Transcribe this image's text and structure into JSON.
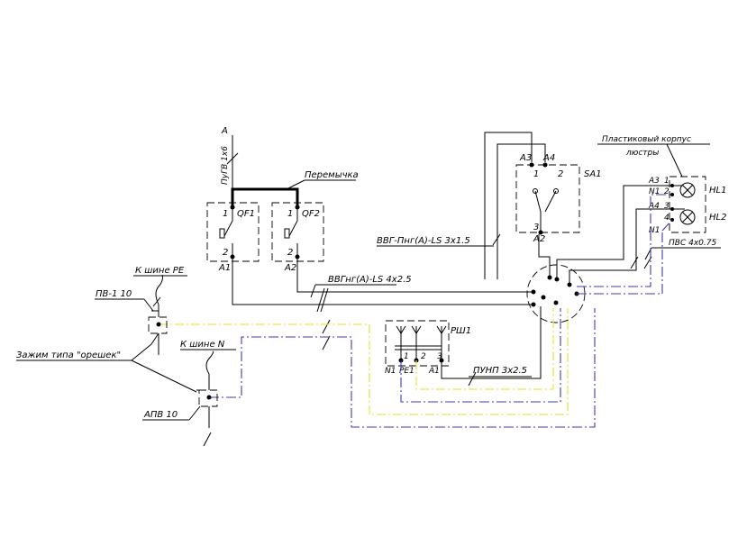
{
  "labels": {
    "phase_a": "A",
    "cable_pugv": "ПуГВ 1х6",
    "jumper": "Перемычка",
    "qf1": "QF1",
    "qf2": "QF2",
    "t1": "1",
    "t2": "2",
    "a1": "A1",
    "a2": "A2",
    "a3": "A3",
    "a4": "A4",
    "n1": "N1",
    "pe1": "PE1",
    "to_bus_pe": "К шине РЕ",
    "to_bus_n": "К шине N",
    "pv1": "ПВ-1 10",
    "apv": "АПВ 10",
    "clamp": "Зажим типа \"орешек\"",
    "cable_vvgng_4": "ВВГнг(А)-LS 4x2.5",
    "cable_vvgng_3": "ВВГ-Пнг(А)-LS 3x1.5",
    "cable_punp": "ПУНП 3x2.5",
    "cable_pvs": "ПВС 4x0.75",
    "sa1": "SA1",
    "rsh1": "РШ1",
    "hl1": "HL1",
    "hl2": "HL2",
    "t3": "3",
    "t4": "4",
    "housing_line1": "Пластиковый корпус",
    "housing_line2": "люстры"
  },
  "colors": {
    "line": "#000000",
    "pe_conductor": "#e8e84a",
    "n_conductor": "#3b3bb8"
  }
}
